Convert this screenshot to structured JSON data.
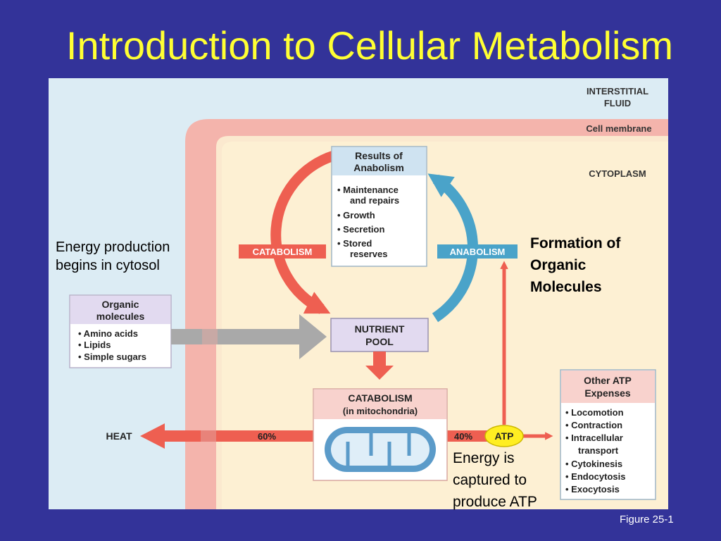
{
  "slide": {
    "title": "Introduction to Cellular Metabolism",
    "figure_caption": "Figure 25-1"
  },
  "regions": {
    "interstitial_line1": "INTERSTITIAL",
    "interstitial_line2": "FLUID",
    "cell_membrane": "Cell membrane",
    "cytoplasm": "CYTOPLASM"
  },
  "anabolism_results": {
    "title_line1": "Results of",
    "title_line2": "Anabolism",
    "items": [
      "• Maintenance",
      "and repairs",
      "• Growth",
      "• Secretion",
      "• Stored",
      "reserves"
    ]
  },
  "cycle": {
    "catabolism_label": "CATABOLISM",
    "anabolism_label": "ANABOLISM"
  },
  "nutrient_pool": {
    "line1": "NUTRIENT",
    "line2": "POOL"
  },
  "organic_molecules": {
    "title_line1": "Organic",
    "title_line2": "molecules",
    "items": [
      "• Amino acids",
      "• Lipids",
      "• Simple sugars"
    ]
  },
  "mitochondria": {
    "title": "CATABOLISM",
    "subtitle": "(in mitochondria)"
  },
  "energy_flow": {
    "heat_label": "HEAT",
    "heat_percent": "60%",
    "atp_percent": "40%",
    "atp_label": "ATP"
  },
  "atp_expenses": {
    "title_line1": "Other ATP",
    "title_line2": "Expenses",
    "items": [
      "• Locomotion",
      "• Contraction",
      "• Intracellular",
      "transport",
      "• Cytokinesis",
      "• Endocytosis",
      "• Exocytosis"
    ]
  },
  "annotations": {
    "energy_production_line1": "Energy production",
    "energy_production_line2": "begins in cytosol",
    "formation_line1": "Formation of",
    "formation_line2": "Organic",
    "formation_line3": "Molecules",
    "captured_line1": "Energy is",
    "captured_line2": "captured to",
    "captured_line3": "produce ATP"
  },
  "colors": {
    "slide_background": "#333399",
    "title": "#ffff33",
    "interstitial_fluid": "#dcecf4",
    "membrane": "#f4b4ac",
    "cytoplasm": "#fdf0d3",
    "catabolism_red": "#ee5f51",
    "anabolism_blue": "#4aa3c9",
    "atp_yellow": "#ffee22",
    "box_header_blue": "#cfe3f1",
    "box_header_pink": "#f8d2cd",
    "box_header_lavender": "#e2daf0"
  }
}
